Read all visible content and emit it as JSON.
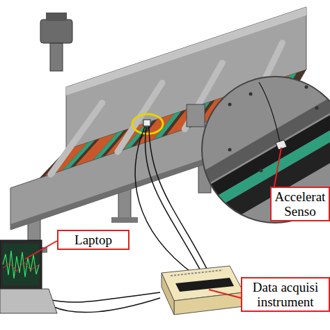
{
  "diagram": {
    "nodes": [
      {
        "text": [
          "Accelerat Senso"
        ]
      },
      {
        "text": [
          "Laptop"
        ]
      },
      {
        "text": [
          "Data acquisi instrument"
        ]
      }
    ]
  }
}
